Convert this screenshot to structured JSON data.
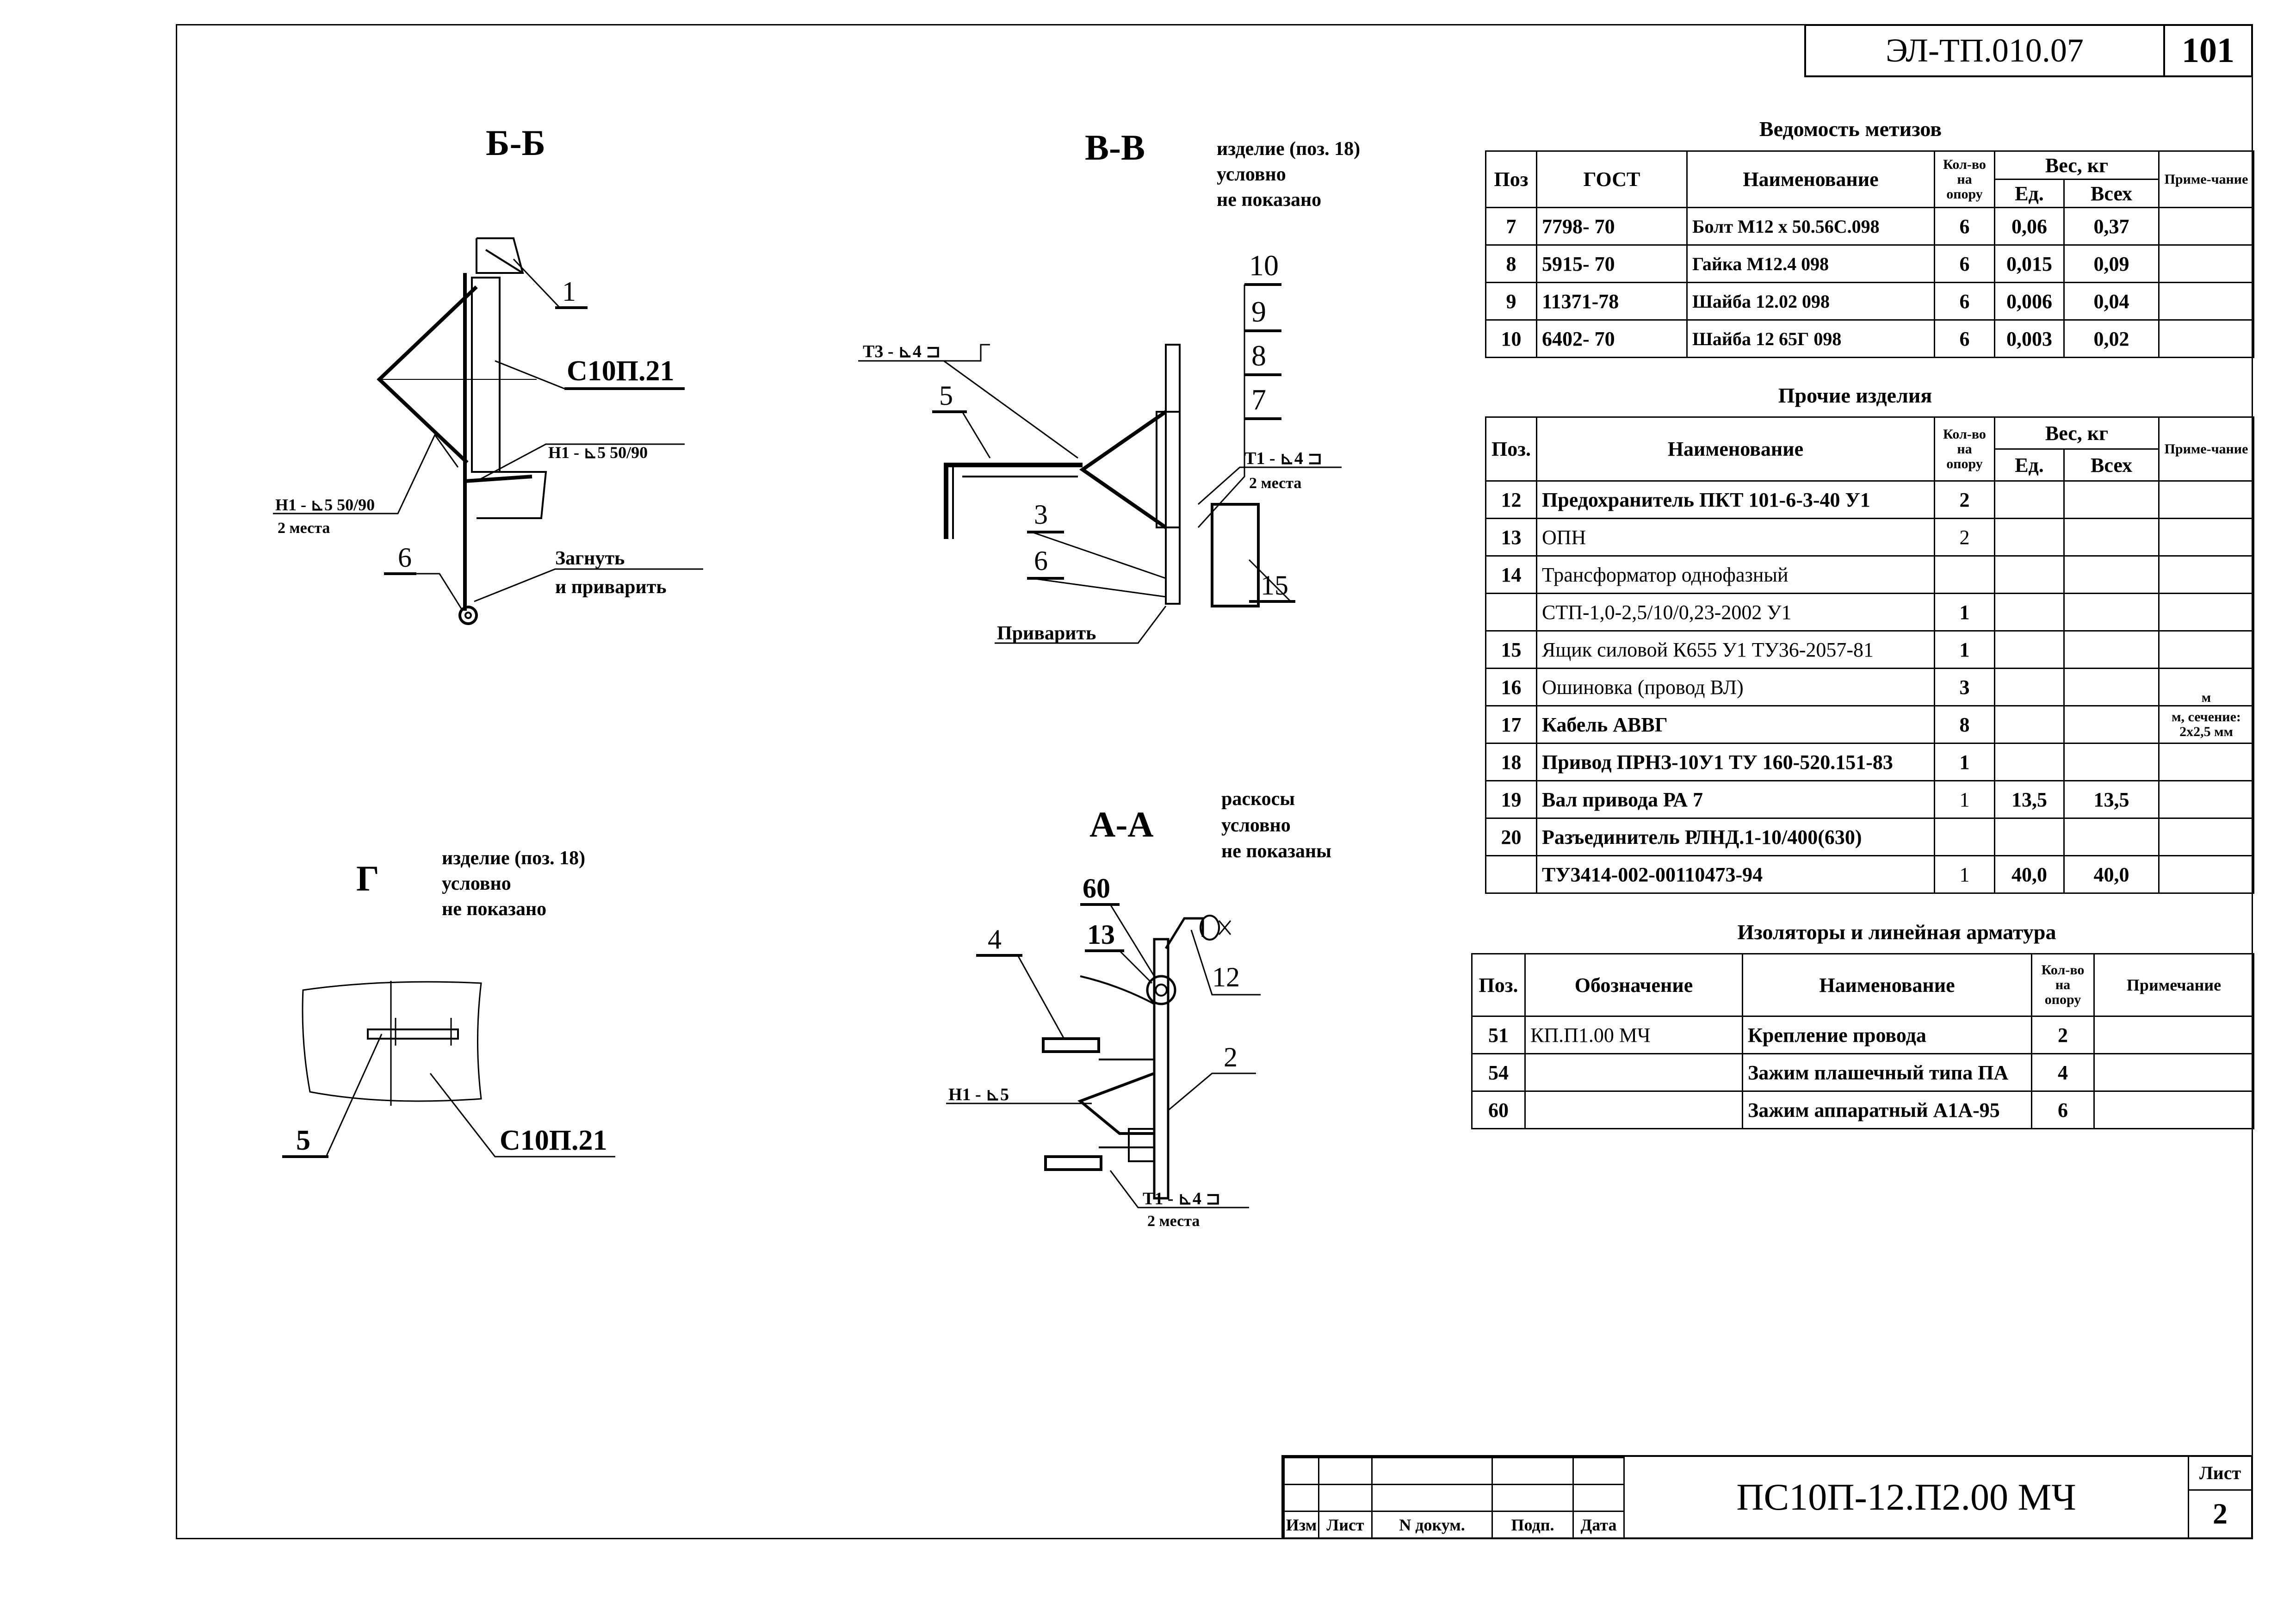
{
  "header": {
    "doc_code": "ЭЛ-ТП.010.07",
    "page": "101"
  },
  "views": {
    "bb": {
      "title": "Б-Б",
      "c10p": "С10П.21",
      "pos1": "1",
      "pos6": "6",
      "weld_h1_a": "Н1 - ⊾5 50/90",
      "weld_h1_b": "Н1 - ⊾5 50/90",
      "places": "2 места",
      "bend1": "Загнуть",
      "bend2": "и приварить"
    },
    "vv": {
      "title": "В-В",
      "note1": "изделие (поз. 18)",
      "note2": "условно",
      "note3": "не показано",
      "t3": "Т3 - ⊾4 ⊐",
      "t1": "Т1 - ⊾4 ⊐",
      "places": "2 места",
      "p10": "10",
      "p9": "9",
      "p8": "8",
      "p7": "7",
      "p5": "5",
      "p3": "3",
      "p6": "6",
      "p15": "15",
      "weld": "Приварить"
    },
    "g": {
      "title": "Г",
      "note1": "изделие (поз. 18)",
      "note2": "условно",
      "note3": "не показано",
      "p5": "5",
      "c10p": "С10П.21"
    },
    "aa": {
      "title": "А-А",
      "note1": "раскосы",
      "note2": "условно",
      "note3": "не показаны",
      "p60": "60",
      "p13": "13",
      "p12": "12",
      "p4": "4",
      "p2": "2",
      "h1": "Н1 - ⊾5",
      "t1": "Т1 - ⊾4 ⊐",
      "places": "2 места"
    }
  },
  "fasteners": {
    "title": "Ведомость метизов",
    "headers": {
      "pos": "Поз",
      "gost": "ГОСТ",
      "name": "Наименование",
      "qty": "Кол-во на опору",
      "weight": "Вес, кг",
      "unit": "Ед.",
      "total": "Всех",
      "note": "Приме-чание"
    },
    "rows": [
      {
        "pos": "7",
        "gost": "7798- 70",
        "name": "Болт  М12 х 50.56С.098",
        "qty": "6",
        "unit": "0,06",
        "total": "0,37",
        "note": ""
      },
      {
        "pos": "8",
        "gost": "5915- 70",
        "name": "Гайка   М12.4 098",
        "qty": "6",
        "unit": "0,015",
        "total": "0,09",
        "note": ""
      },
      {
        "pos": "9",
        "gost": "11371-78",
        "name": "Шайба    12.02 098",
        "qty": "6",
        "unit": "0,006",
        "total": "0,04",
        "note": ""
      },
      {
        "pos": "10",
        "gost": "6402- 70",
        "name": "Шайба    12 65Г 098",
        "qty": "6",
        "unit": "0,003",
        "total": "0,02",
        "note": ""
      }
    ]
  },
  "other": {
    "title": "Прочие изделия",
    "headers": {
      "pos": "Поз.",
      "name": "Наименование",
      "qty": "Кол-во на опору",
      "weight": "Вес, кг",
      "unit": "Ед.",
      "total": "Всех",
      "note": "Приме-чание"
    },
    "rows": [
      {
        "pos": "12",
        "name": "Предохранитель ПКТ 101-6-3-40 У1",
        "qty": "2",
        "unit": "",
        "total": "",
        "note": ""
      },
      {
        "pos": "13",
        "name": "ОПН",
        "qty": "2",
        "unit": "",
        "total": "",
        "note": ""
      },
      {
        "pos": "14",
        "name": "Трансформатор однофазный",
        "qty": "",
        "unit": "",
        "total": "",
        "note": ""
      },
      {
        "pos": "",
        "name": "СТП-1,0-2,5/10/0,23-2002 У1",
        "qty": "1",
        "unit": "",
        "total": "",
        "note": ""
      },
      {
        "pos": "15",
        "name": "Ящик силовой К655 У1 ТУ36-2057-81",
        "qty": "1",
        "unit": "",
        "total": "",
        "note": ""
      },
      {
        "pos": "16",
        "name": "Ошиновка (провод ВЛ)",
        "qty": "3",
        "unit": "",
        "total": "",
        "note": "м"
      },
      {
        "pos": "17",
        "name": "Кабель АВВГ",
        "qty": "8",
        "unit": "",
        "total": "",
        "note": "м, сечение: 2х2,5 мм"
      },
      {
        "pos": "18",
        "name": "Привод ПРНЗ-10У1 ТУ 160-520.151-83",
        "qty": "1",
        "unit": "",
        "total": "",
        "note": ""
      },
      {
        "pos": "19",
        "name": "Вал привода РА 7",
        "qty": "1",
        "unit": "13,5",
        "total": "13,5",
        "note": ""
      },
      {
        "pos": "20",
        "name": "Разъединитель РЛНД.1-10/400(630)",
        "qty": "",
        "unit": "",
        "total": "",
        "note": ""
      },
      {
        "pos": "",
        "name": "ТУ3414-002-00110473-94",
        "qty": "1",
        "unit": "40,0",
        "total": "40,0",
        "note": ""
      }
    ]
  },
  "insulators": {
    "title": "Изоляторы и линейная арматура",
    "headers": {
      "pos": "Поз.",
      "designation": "Обозначение",
      "name": "Наименование",
      "qty": "Кол-во на опору",
      "note": "Примечание"
    },
    "rows": [
      {
        "pos": "51",
        "designation": "КП.П1.00 МЧ",
        "name": "Крепление провода",
        "qty": "2",
        "note": ""
      },
      {
        "pos": "54",
        "designation": "",
        "name": "Зажим плашечный типа ПА",
        "qty": "4",
        "note": ""
      },
      {
        "pos": "60",
        "designation": "",
        "name": "Зажим аппаратный А1А-95",
        "qty": "6",
        "note": ""
      }
    ]
  },
  "title_block": {
    "cols": {
      "izm": "Изм",
      "list": "Лист",
      "ndoc": "N докум.",
      "podp": "Подп.",
      "date": "Дата"
    },
    "doc": "ПС10П-12.П2.00 МЧ",
    "sheet_label": "Лист",
    "sheet_no": "2"
  }
}
